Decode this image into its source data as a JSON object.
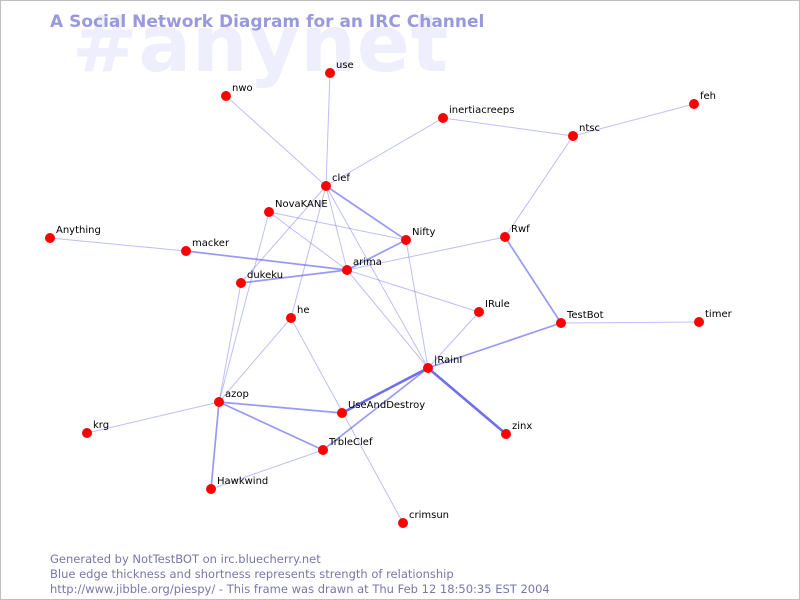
{
  "watermark": "#anynet",
  "title": "A Social Network Diagram for an IRC Channel",
  "footer": {
    "line1": "Generated by NotTestBOT on irc.bluecherry.net",
    "line2": "Blue edge thickness and shortness represents strength of relationship",
    "line3": "http://www.jibble.org/piespy/ - This frame was drawn at Thu Feb 12 18:50:35 EST 2004"
  },
  "colors": {
    "node": "#ff0000",
    "edge": "#5555ee",
    "title": "#9999dd",
    "footer": "#7777aa",
    "watermark": "#eeeefc"
  },
  "nodes": [
    {
      "id": "use",
      "label": "use"
    },
    {
      "id": "nwo",
      "label": "nwo"
    },
    {
      "id": "inertiacreeps",
      "label": "inertiacreeps"
    },
    {
      "id": "feh",
      "label": "feh"
    },
    {
      "id": "ntsc",
      "label": "ntsc"
    },
    {
      "id": "clef",
      "label": "clef"
    },
    {
      "id": "NovaKANE",
      "label": "NovaKANE"
    },
    {
      "id": "Anything",
      "label": "Anything"
    },
    {
      "id": "macker",
      "label": "macker"
    },
    {
      "id": "Nifty",
      "label": "Nifty"
    },
    {
      "id": "Rwf",
      "label": "Rwf"
    },
    {
      "id": "arima",
      "label": "arima"
    },
    {
      "id": "dukeku",
      "label": "dukeku"
    },
    {
      "id": "IRule",
      "label": "IRule"
    },
    {
      "id": "he",
      "label": "he"
    },
    {
      "id": "TestBot",
      "label": "TestBot"
    },
    {
      "id": "timer",
      "label": "timer"
    },
    {
      "id": "IRainI",
      "label": "|RainI"
    },
    {
      "id": "azop",
      "label": "azop"
    },
    {
      "id": "UseAndDestroy",
      "label": "UseAndDestroy"
    },
    {
      "id": "krg",
      "label": "krg"
    },
    {
      "id": "zinx",
      "label": "zinx"
    },
    {
      "id": "TrbleClef",
      "label": "TrbleClef"
    },
    {
      "id": "Hawkwind",
      "label": "Hawkwind"
    },
    {
      "id": "crimsun",
      "label": "crimsun"
    }
  ],
  "edges": [
    {
      "a": "use",
      "b": "clef",
      "strength": 1
    },
    {
      "a": "nwo",
      "b": "clef",
      "strength": 1
    },
    {
      "a": "inertiacreeps",
      "b": "clef",
      "strength": 1
    },
    {
      "a": "inertiacreeps",
      "b": "ntsc",
      "strength": 1
    },
    {
      "a": "feh",
      "b": "ntsc",
      "strength": 1
    },
    {
      "a": "ntsc",
      "b": "Rwf",
      "strength": 1
    },
    {
      "a": "clef",
      "b": "Nifty",
      "strength": 2
    },
    {
      "a": "clef",
      "b": "arima",
      "strength": 1
    },
    {
      "a": "clef",
      "b": "IRainI",
      "strength": 1
    },
    {
      "a": "clef",
      "b": "he",
      "strength": 1
    },
    {
      "a": "clef",
      "b": "dukeku",
      "strength": 1
    },
    {
      "a": "NovaKANE",
      "b": "Nifty",
      "strength": 1
    },
    {
      "a": "NovaKANE",
      "b": "arima",
      "strength": 1
    },
    {
      "a": "NovaKANE",
      "b": "azop",
      "strength": 1
    },
    {
      "a": "Anything",
      "b": "macker",
      "strength": 1
    },
    {
      "a": "macker",
      "b": "arima",
      "strength": 2
    },
    {
      "a": "Nifty",
      "b": "arima",
      "strength": 2
    },
    {
      "a": "Nifty",
      "b": "IRainI",
      "strength": 1
    },
    {
      "a": "Rwf",
      "b": "arima",
      "strength": 1
    },
    {
      "a": "Rwf",
      "b": "TestBot",
      "strength": 2
    },
    {
      "a": "arima",
      "b": "dukeku",
      "strength": 2
    },
    {
      "a": "arima",
      "b": "IRule",
      "strength": 1
    },
    {
      "a": "arima",
      "b": "IRainI",
      "strength": 1
    },
    {
      "a": "dukeku",
      "b": "azop",
      "strength": 1
    },
    {
      "a": "IRule",
      "b": "IRainI",
      "strength": 1
    },
    {
      "a": "he",
      "b": "azop",
      "strength": 1
    },
    {
      "a": "he",
      "b": "crimsun",
      "strength": 1
    },
    {
      "a": "TestBot",
      "b": "timer",
      "strength": 1
    },
    {
      "a": "TestBot",
      "b": "IRainI",
      "strength": 2
    },
    {
      "a": "IRainI",
      "b": "UseAndDestroy",
      "strength": 3
    },
    {
      "a": "IRainI",
      "b": "zinx",
      "strength": 3
    },
    {
      "a": "IRainI",
      "b": "TrbleClef",
      "strength": 2
    },
    {
      "a": "azop",
      "b": "UseAndDestroy",
      "strength": 2
    },
    {
      "a": "azop",
      "b": "krg",
      "strength": 1
    },
    {
      "a": "azop",
      "b": "TrbleClef",
      "strength": 2
    },
    {
      "a": "azop",
      "b": "Hawkwind",
      "strength": 2
    },
    {
      "a": "Hawkwind",
      "b": "TrbleClef",
      "strength": 1
    }
  ]
}
